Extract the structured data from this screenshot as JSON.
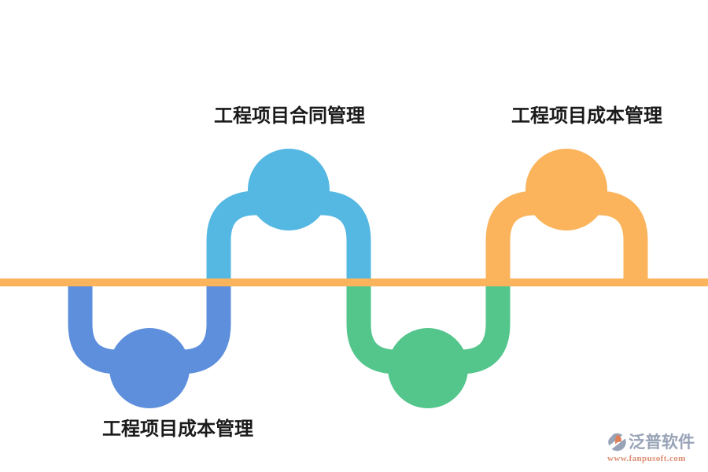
{
  "colors": {
    "background": "#ffffff",
    "axis_orange": "#FBB45C",
    "node_cornflower_blue": "#5D8FDC",
    "node_sky_blue": "#55B8E3",
    "node_green": "#54C68C",
    "node_orange": "#FBB45C",
    "label_text": "#1a1a1a",
    "logo_name_color": "#99A3B7",
    "logo_url_color": "#DD8E72",
    "logo_mark_gray": "#99A3B7",
    "logo_mark_orange": "#E0805A"
  },
  "diagram": {
    "type": "wave-timeline",
    "description": "Horizontal orange axis with a tube wave; four milestone circles alternate below and above the line",
    "nodes": [
      {
        "id": "bottom-left",
        "label": "工程项目成本管理",
        "side": "below",
        "color": "#5D8FDC"
      },
      {
        "id": "top-left",
        "label": "工程项目合同管理",
        "side": "above",
        "color": "#55B8E3"
      },
      {
        "id": "bottom-middle",
        "label": "",
        "side": "below",
        "color": "#54C68C"
      },
      {
        "id": "top-right",
        "label": "工程项目成本管理",
        "side": "above",
        "color": "#FBB45C"
      }
    ]
  },
  "watermark": {
    "brand": "泛普软件",
    "url": "www.fanpusoft.com"
  }
}
